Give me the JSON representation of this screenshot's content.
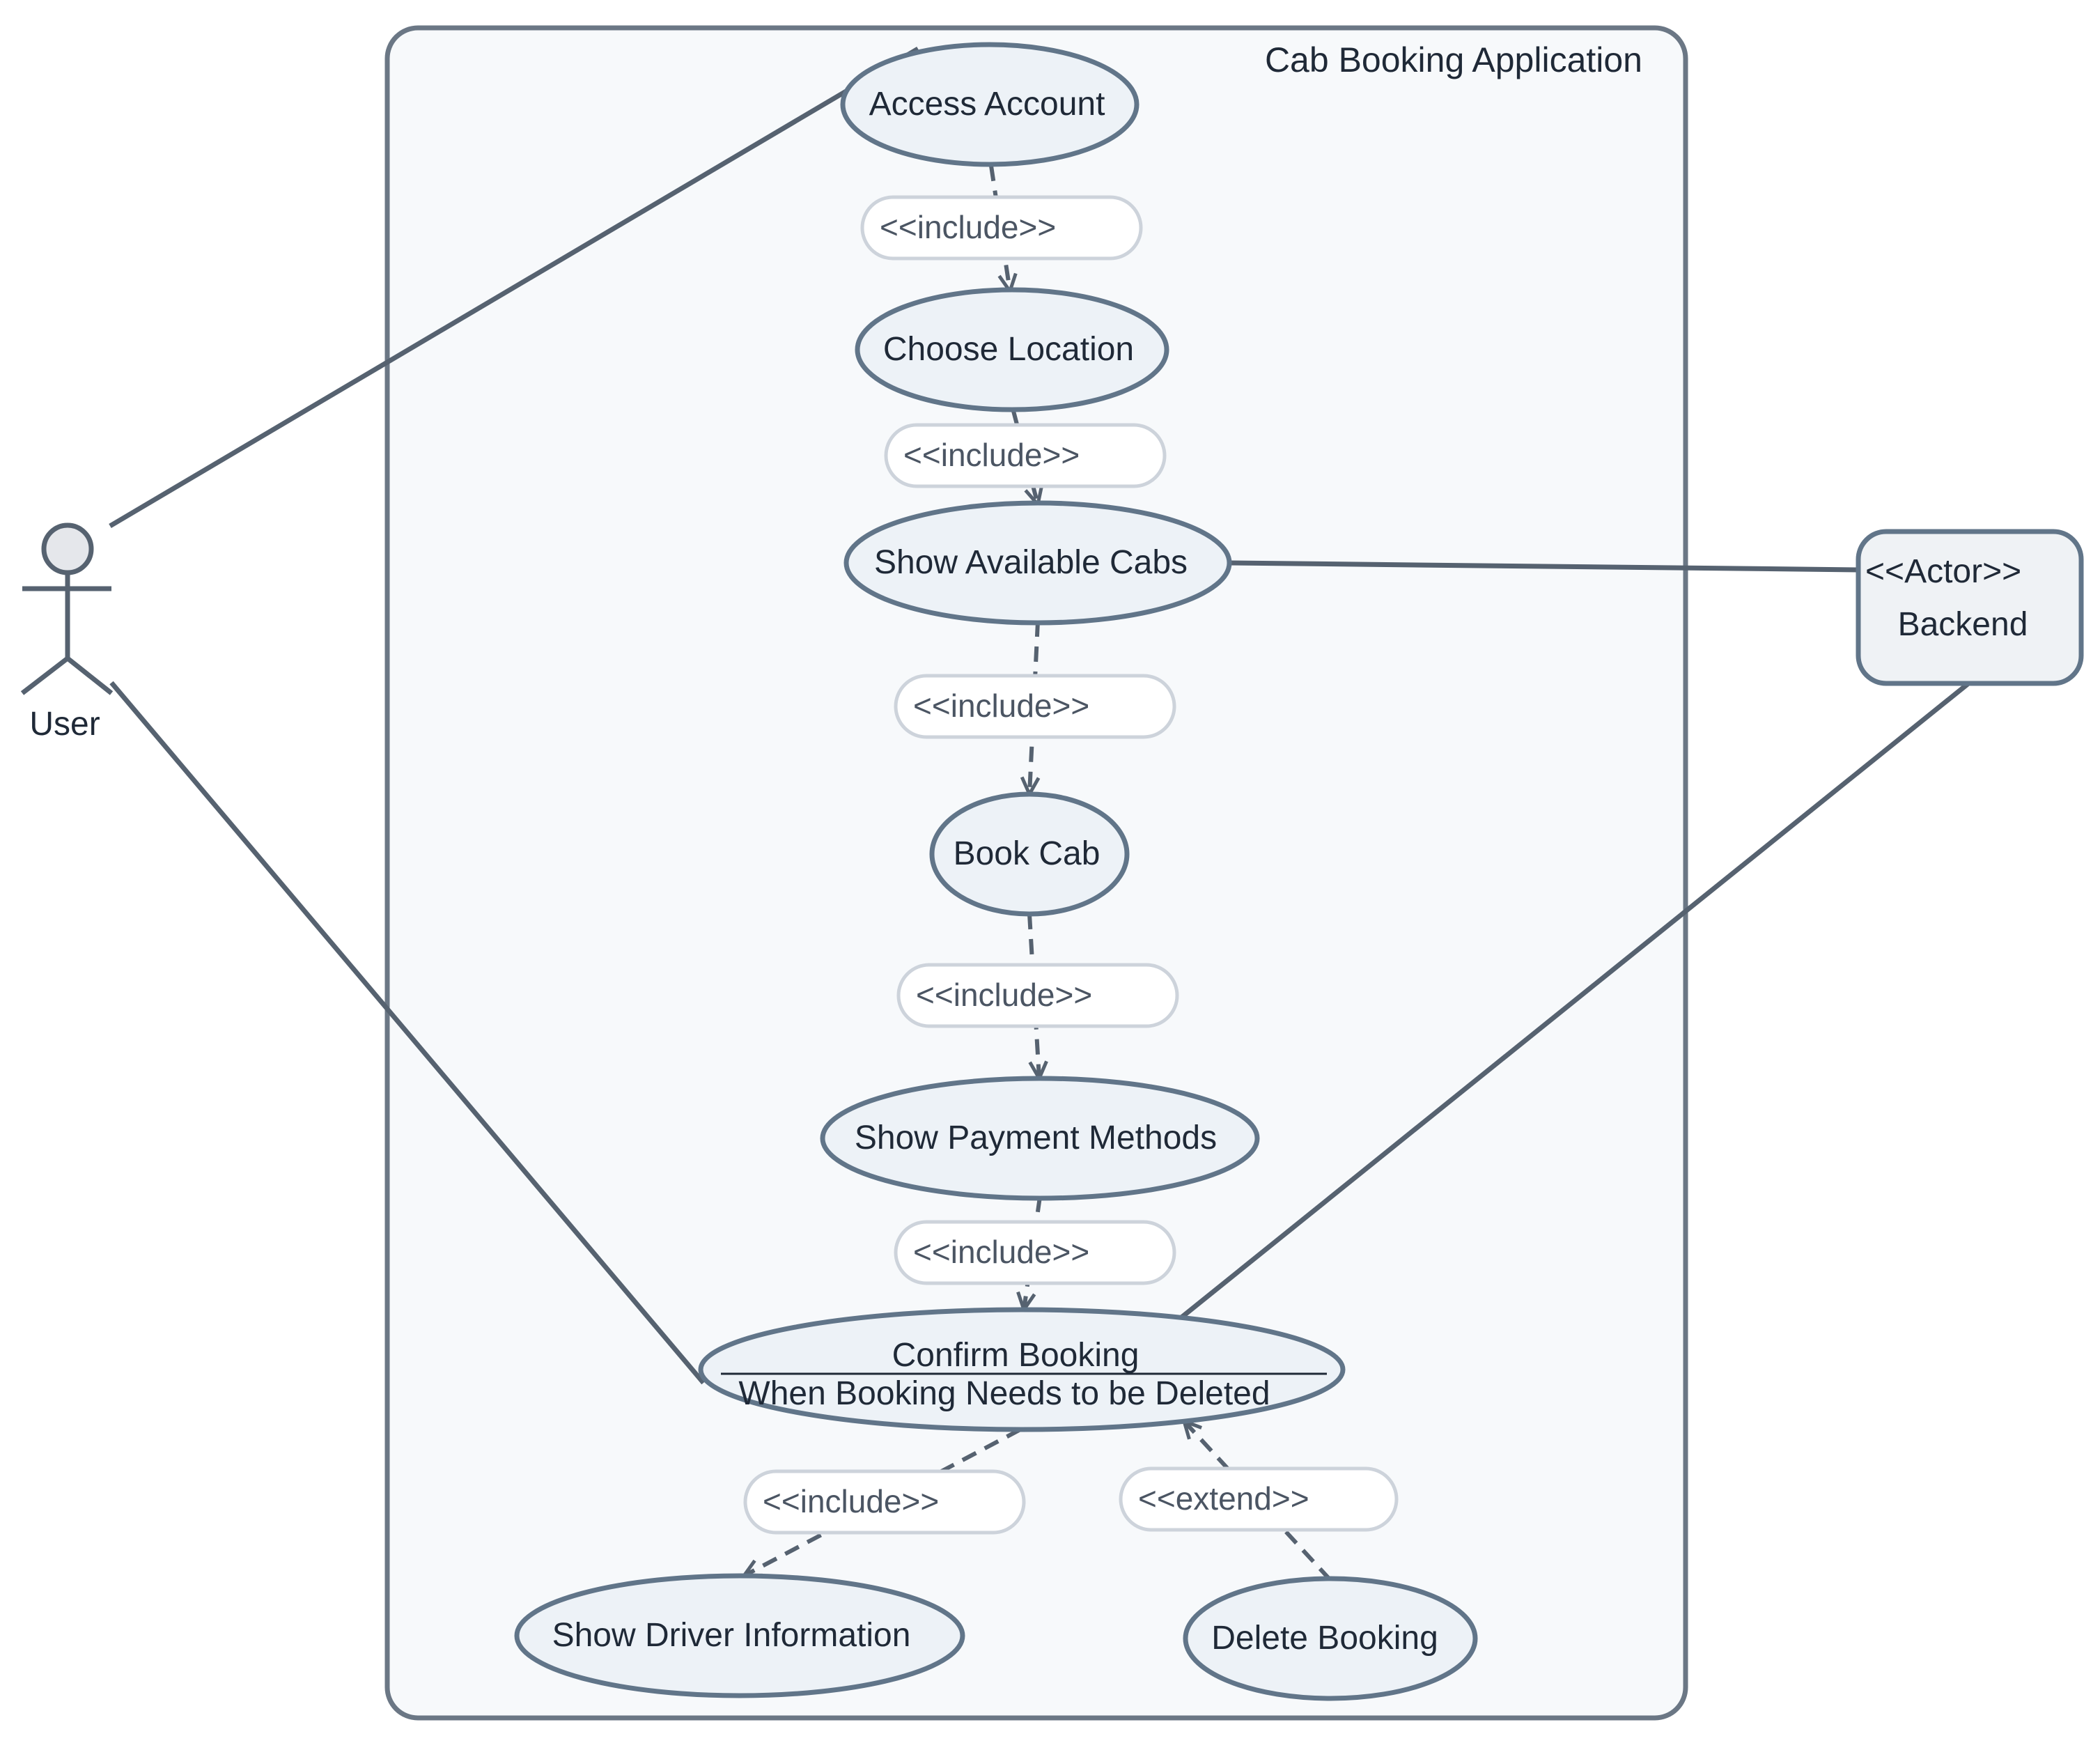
{
  "system": {
    "title": "Cab Booking Application"
  },
  "actors": {
    "user": {
      "label": "User"
    },
    "backend": {
      "stereotype": "<<Actor>>",
      "label": "Backend"
    }
  },
  "use_cases": {
    "access_account": "Access Account",
    "choose_location": "Choose Location",
    "show_available_cabs": "Show Available Cabs",
    "book_cab": "Book Cab",
    "show_payment_methods": "Show Payment Methods",
    "confirm_booking": "Confirm Booking",
    "confirm_booking_extension_point": "When Booking Needs to be Deleted",
    "show_driver_information": "Show Driver Information",
    "delete_booking": "Delete Booking"
  },
  "relationship_labels": {
    "include_1": "<<include>>",
    "include_2": "<<include>>",
    "include_3": "<<include>>",
    "include_4": "<<include>>",
    "include_5": "<<include>>",
    "include_6": "<<include>>",
    "extend_1": "<<extend>>"
  },
  "colors": {
    "boundary_stroke": "#6b7785",
    "boundary_fill": "#f7f9fb",
    "usecase_fill": "#edf2f7",
    "usecase_stroke": "#617589",
    "line": "#566270",
    "label_border": "#cdd3db"
  }
}
